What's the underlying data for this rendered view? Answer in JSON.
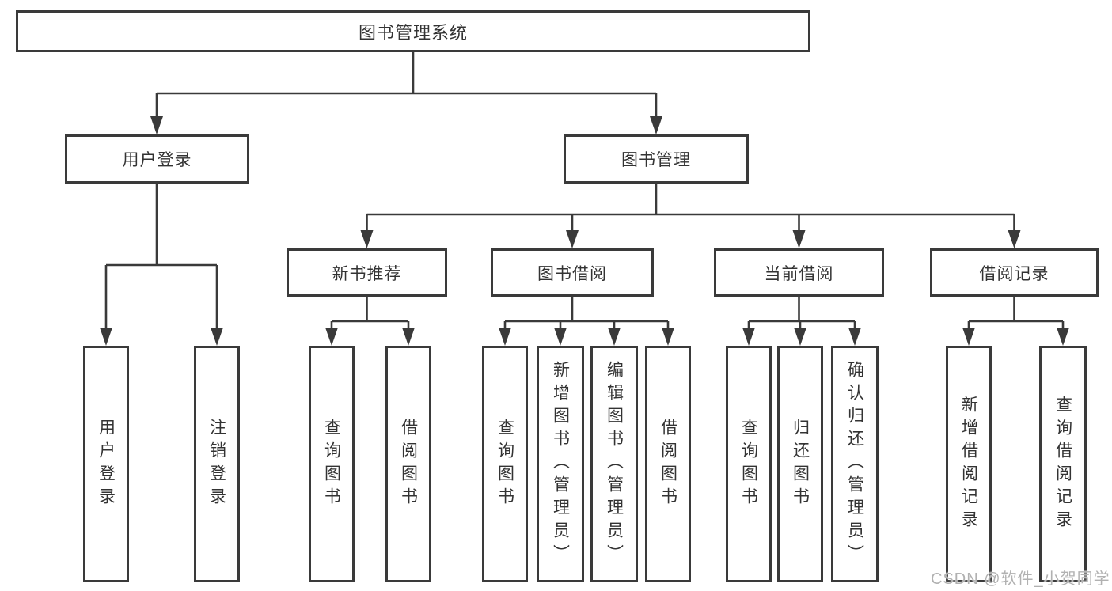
{
  "diagram": {
    "root": {
      "label": "图书管理系统"
    },
    "branches": [
      {
        "label": "用户登录",
        "children": [
          {
            "label": "用户登录"
          },
          {
            "label": "注销登录"
          }
        ]
      },
      {
        "label": "图书管理",
        "sections": [
          {
            "label": "新书推荐",
            "children": [
              {
                "label": "查询图书"
              },
              {
                "label": "借阅图书"
              }
            ]
          },
          {
            "label": "图书借阅",
            "children": [
              {
                "label": "查询图书"
              },
              {
                "label": "新增图书（管理员）"
              },
              {
                "label": "编辑图书（管理员）"
              },
              {
                "label": "借阅图书"
              }
            ]
          },
          {
            "label": "当前借阅",
            "children": [
              {
                "label": "查询图书"
              },
              {
                "label": "归还图书"
              },
              {
                "label": "确认归还（管理员）"
              }
            ]
          },
          {
            "label": "借阅记录",
            "children": [
              {
                "label": "新增借阅记录"
              },
              {
                "label": "查询借阅记录"
              }
            ]
          }
        ]
      }
    ]
  },
  "watermark": {
    "text": "CSDN @软件_小贺同学"
  },
  "colors": {
    "line": "#3a3a3a",
    "border": "#3a3a3a",
    "text": "#333333",
    "background": "#ffffff",
    "watermark": "#b1b1b1"
  }
}
